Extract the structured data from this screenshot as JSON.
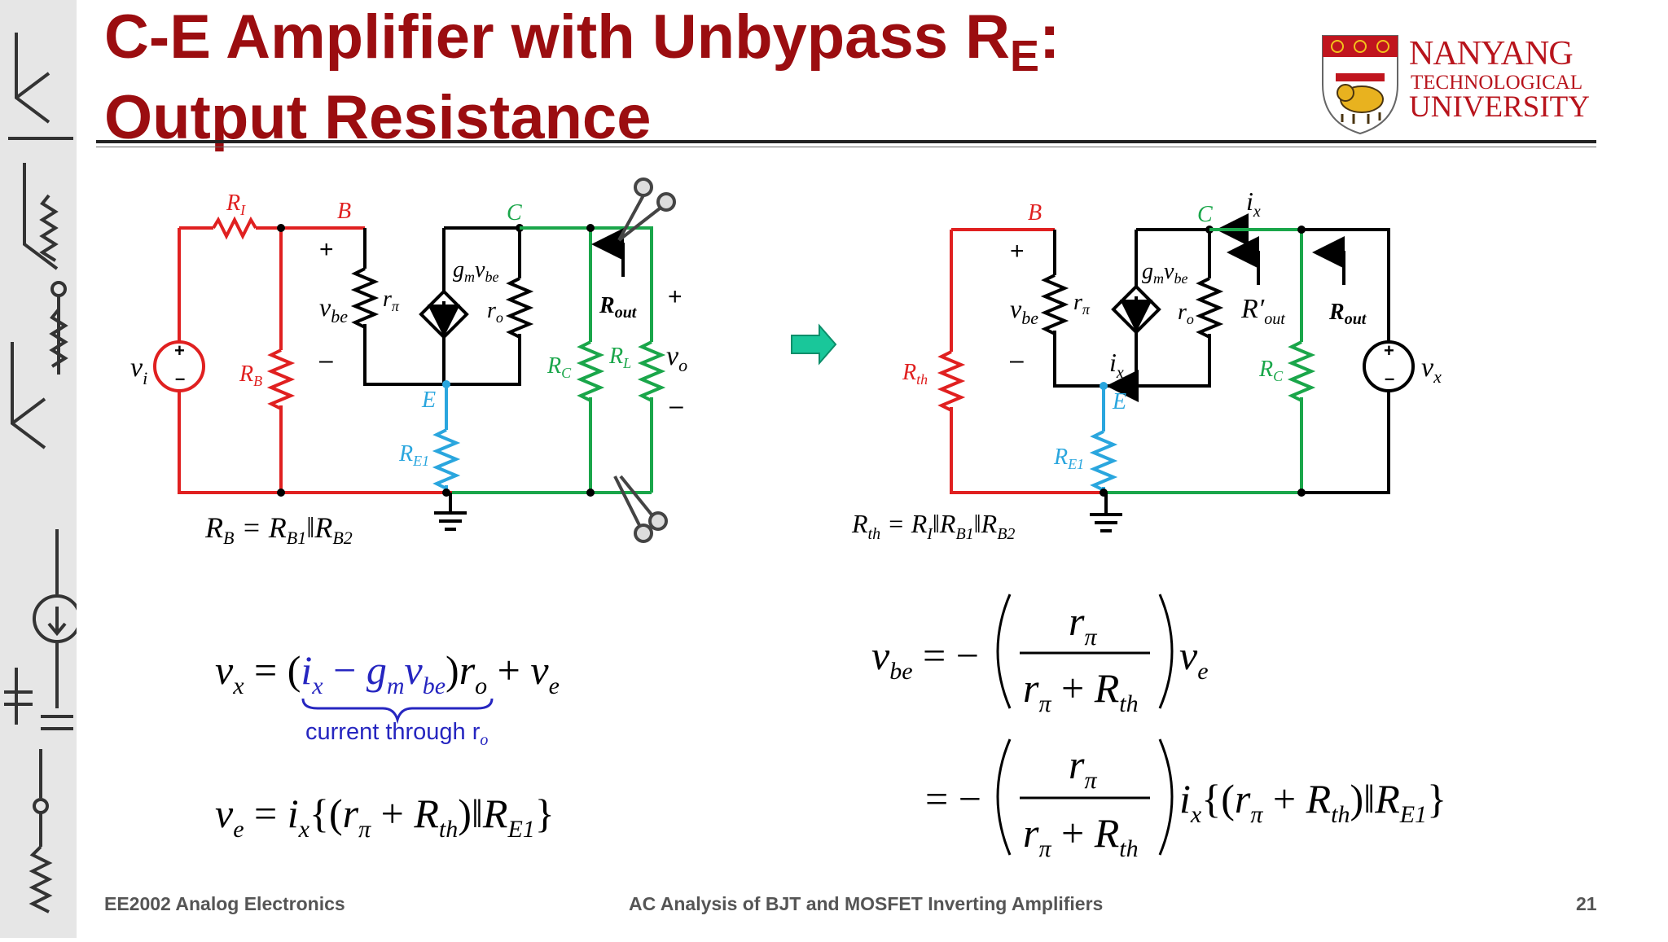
{
  "slide": {
    "title_line1": "C-E Amplifier with Unbypass R",
    "title_subscript": "E",
    "title_colon": ":",
    "title_line2": "Output Resistance",
    "logo": {
      "line1": "NANYANG",
      "line2": "TECHNOLOGICAL",
      "line3": "UNIVERSITY"
    },
    "footer": {
      "course": "EE2002 Analog Electronics",
      "topic": "AC Analysis of BJT and MOSFET Inverting Amplifiers",
      "page": "21"
    },
    "note": "current through r",
    "note_sub": "o",
    "colors": {
      "title": "#9b0d10",
      "red": "#e02020",
      "green": "#1aa64a",
      "blue": "#2aa6de",
      "arrow": "#19c79a",
      "note": "#2626c0"
    }
  }
}
